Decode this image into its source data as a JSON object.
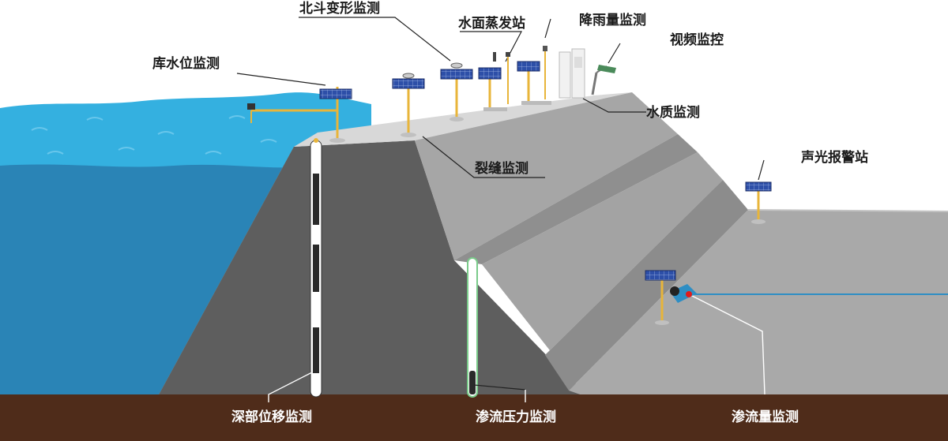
{
  "labels": {
    "beidou": "北斗变形监测",
    "evaporation": "水面蒸发站",
    "rainfall": "降雨量监测",
    "video": "视频监控",
    "water_level": "库水位监测",
    "water_quality": "水质监测",
    "crack": "裂缝监测",
    "alarm": "声光报警站",
    "deep_displacement": "深部位移监测",
    "seepage_pressure": "渗流压力监测",
    "seepage_flow": "渗流量监测"
  },
  "colors": {
    "water_surface": "#35b2e2",
    "water_deep": "#2e86b8",
    "dam_core": "#5d5d5d",
    "dam_slope": "#9a9a9a",
    "dam_crest": "#d9d9d9",
    "ground": "#4e2b19",
    "instrument_pole": "#e8b53a",
    "solar_panel": "#2d4fa8"
  },
  "icons": [
    "solar-panel-icon",
    "camera-icon",
    "rain-gauge-icon",
    "water-quality-cabinet-icon",
    "weir-icon",
    "inclinometer-tube-icon",
    "piezometer-tube-icon"
  ]
}
